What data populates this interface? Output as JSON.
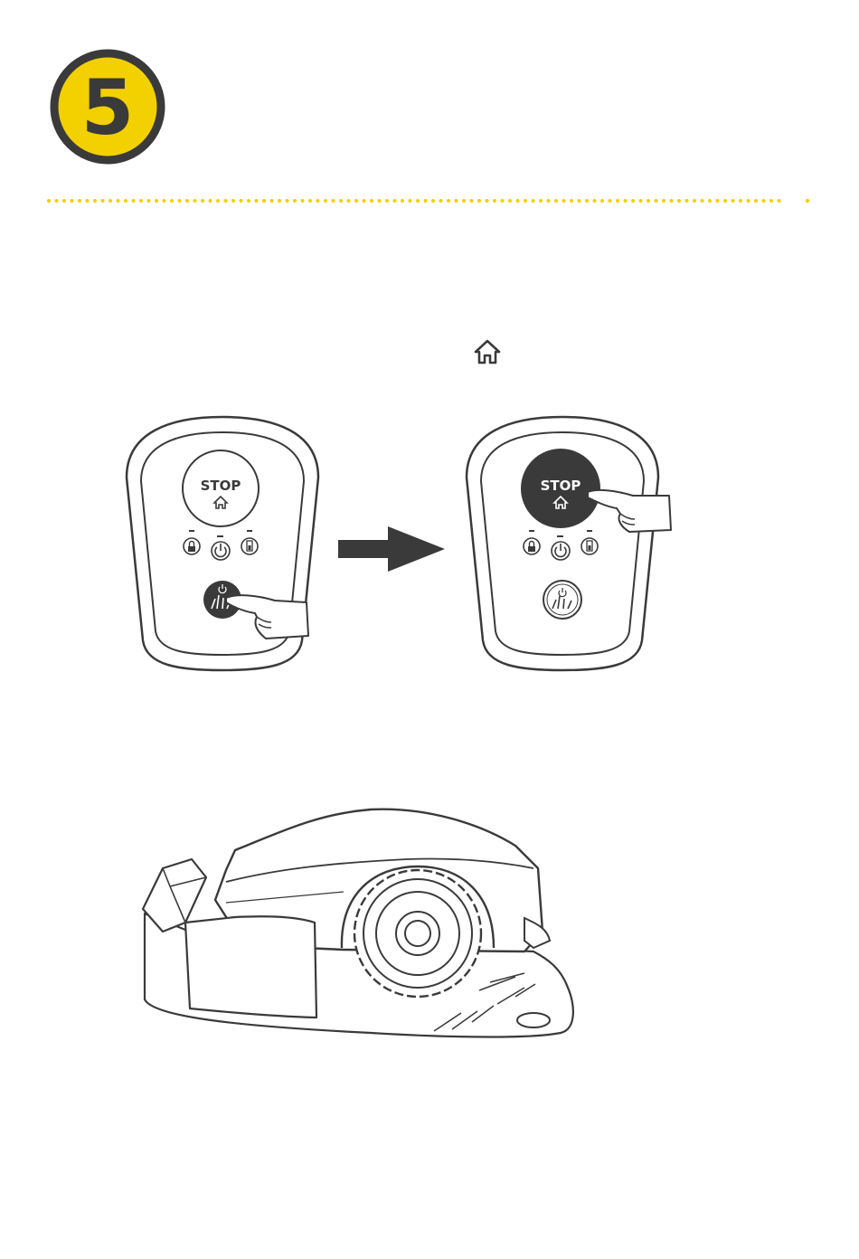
{
  "step": {
    "number": "5"
  },
  "colors": {
    "accent": "#F3D000",
    "ink": "#3A3A3A",
    "button_dark": "#3A3A3A",
    "background": "#FFFFFF"
  },
  "icons": [
    "home-icon",
    "lock-icon",
    "power-icon",
    "battery-icon",
    "grass-icon",
    "hand-icon",
    "arrow-right-icon"
  ],
  "panels": {
    "left": {
      "stop_label": "STOP"
    },
    "right": {
      "stop_label": "STOP"
    }
  }
}
